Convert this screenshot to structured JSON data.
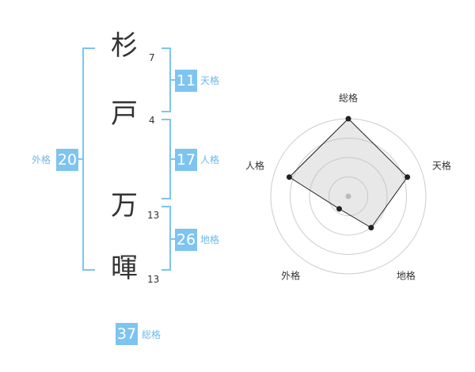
{
  "name_chars": [
    {
      "char": "杉",
      "strokes": "7"
    },
    {
      "char": "戸",
      "strokes": "4"
    },
    {
      "char": "万",
      "strokes": "13"
    },
    {
      "char": "暉",
      "strokes": "13"
    }
  ],
  "fortunes": {
    "tenkaku": {
      "value": "11",
      "label": "天格"
    },
    "jinkaku": {
      "value": "17",
      "label": "人格"
    },
    "chikaku": {
      "value": "26",
      "label": "地格"
    },
    "gaikaku": {
      "value": "20",
      "label": "外格"
    },
    "soukaku": {
      "value": "37",
      "label": "総格"
    }
  },
  "colors": {
    "accent": "#7dc4f0",
    "text": "#333333"
  },
  "chart_data": {
    "type": "radar",
    "axes": [
      "総格",
      "天格",
      "地格",
      "外格",
      "人格"
    ],
    "values": [
      5,
      4,
      2.5,
      1,
      4
    ],
    "range": [
      0,
      5
    ],
    "rings": 4
  }
}
